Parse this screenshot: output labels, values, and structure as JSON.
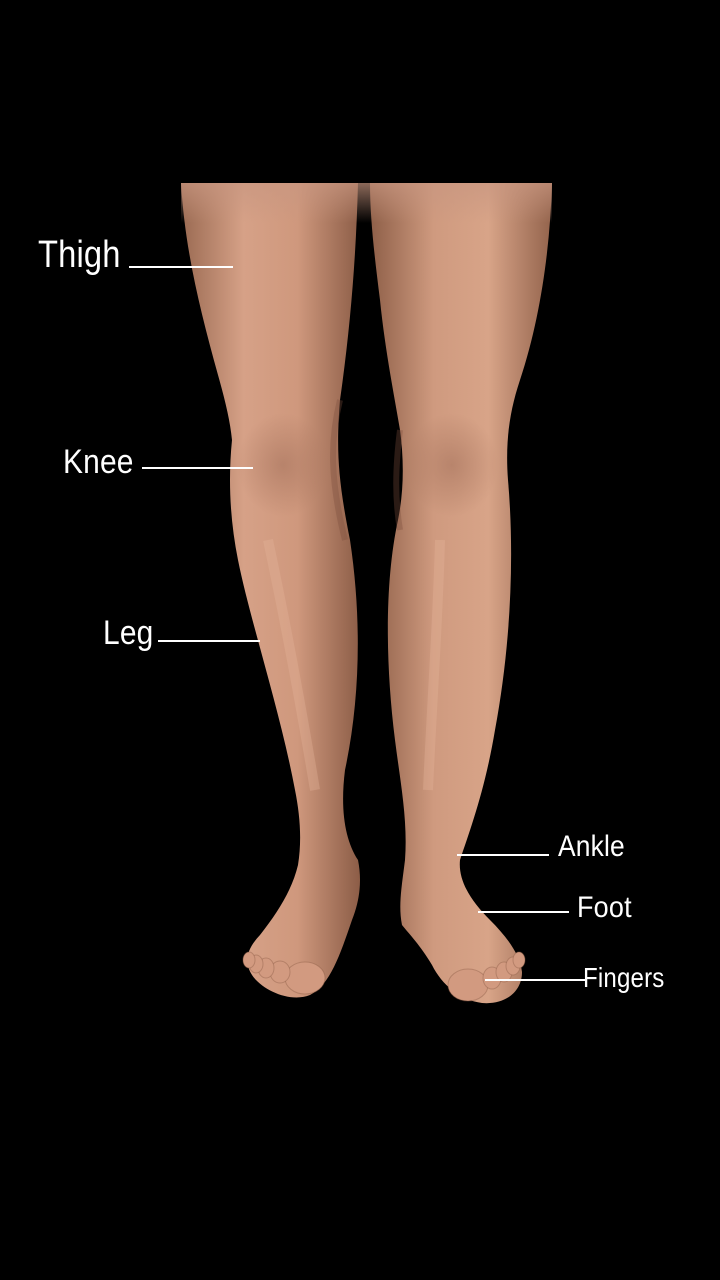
{
  "labels": {
    "thigh": "Thigh",
    "knee": "Knee",
    "leg": "Leg",
    "ankle": "Ankle",
    "foot": "Foot",
    "fingers": "Fingers"
  },
  "colors": {
    "background": "#000000",
    "label_text": "#ffffff",
    "skin_light": "#d9a286",
    "skin_mid": "#c08a6e",
    "skin_shadow": "#8a5a44"
  }
}
